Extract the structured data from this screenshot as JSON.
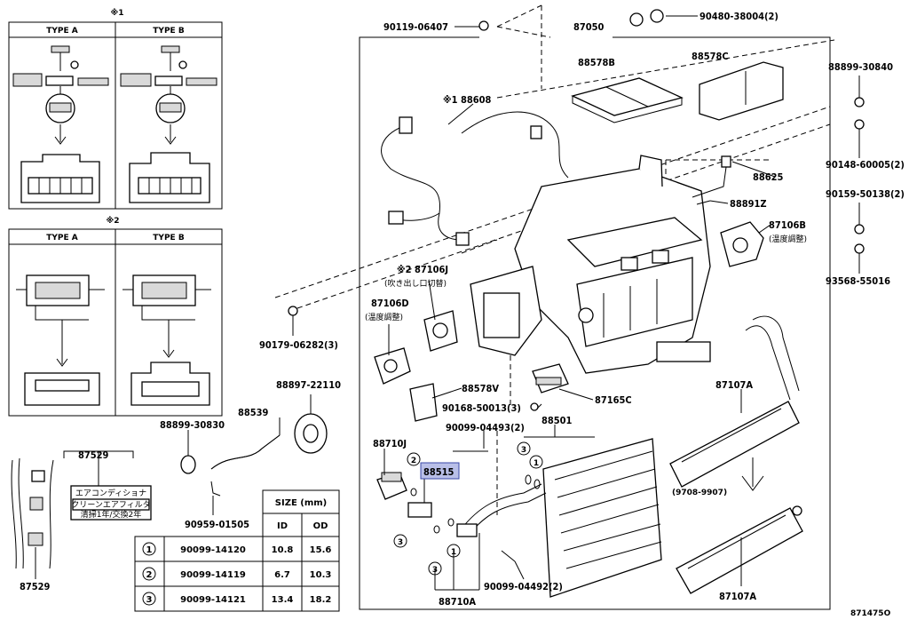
{
  "box1": {
    "mark": "※1",
    "type_a": "TYPE A",
    "type_b": "TYPE B"
  },
  "box2": {
    "mark": "※2",
    "type_a": "TYPE A",
    "type_b": "TYPE B"
  },
  "parts": {
    "p_90119_06407": "90119-06407",
    "p_87050": "87050",
    "p_90480_38004": "90480-38004(2)",
    "p_88578B": "88578B",
    "p_88578C": "88578C",
    "p_88899_30840": "88899-30840",
    "p_88608": "※1 88608",
    "p_90148_60005": "90148-60005(2)",
    "p_88625": "88625",
    "p_88891Z": "88891Z",
    "p_90159_50138": "90159-50138(2)",
    "p_87106B": "87106B",
    "p_87106B_note": "(温度調整)",
    "p_87106J": "※2 87106J",
    "p_87106J_note": "(吹き出し口切替)",
    "p_93568_55016": "93568-55016",
    "p_87106D": "87106D",
    "p_87106D_note": "(温度調整)",
    "p_90179_06282": "90179-06282(3)",
    "p_88578V": "88578V",
    "p_90168_50013": "90168-50013(3)",
    "p_87165C": "87165C",
    "p_87107A_top": "87107A",
    "p_88897_22110": "88897-22110",
    "p_88539": "88539",
    "p_88899_30830": "88899-30830",
    "p_90099_04493": "90099-04493(2)",
    "p_88501": "88501",
    "p_88710J": "88710J",
    "p_88515": "88515",
    "p_87529_top": "87529",
    "p_87529_bottom": "87529",
    "p_90959_01505": "90959-01505",
    "p_range": "(9708-9907)",
    "p_90099_04492": "90099-04492(2)",
    "p_88710A": "88710A",
    "p_87107A_bottom": "87107A",
    "diagram_id": "871475O"
  },
  "sticker": {
    "line1": "エアコンディショナ",
    "line2": "クリーンエアフィルタ",
    "line3": "清掃1年/交換2年"
  },
  "size_table": {
    "title": "SIZE (mm)",
    "col_id": "ID",
    "col_od": "OD",
    "rows": [
      {
        "mark": "1",
        "part": "90099-14120",
        "id": "10.8",
        "od": "15.6"
      },
      {
        "mark": "2",
        "part": "90099-14119",
        "id": "6.7",
        "od": "10.3"
      },
      {
        "mark": "3",
        "part": "90099-14121",
        "id": "13.4",
        "od": "18.2"
      }
    ]
  },
  "callouts": {
    "c1": "1",
    "c2": "2",
    "c3": "3"
  }
}
